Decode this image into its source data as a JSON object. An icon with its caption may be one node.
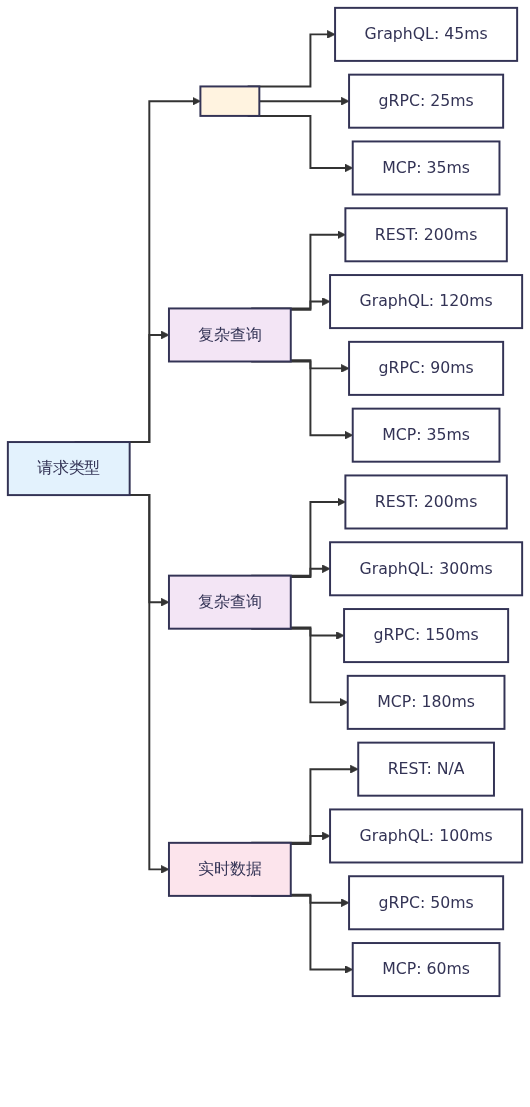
{
  "diagram": {
    "nodes": [
      {
        "text": [
          "请求类型"
        ]
      },
      {
        "text": [],
        "shape": "box"
      },
      {
        "text": [
          "GraphQL: 45ms"
        ]
      },
      {
        "text": [
          "gRPC: 25ms"
        ]
      },
      {
        "text": [
          "MCP: 35ms"
        ]
      },
      {
        "text": [
          "复杂查询"
        ]
      },
      {
        "text": [
          "REST: 200ms"
        ]
      },
      {
        "text": [
          "GraphQL: 120ms"
        ]
      },
      {
        "text": [
          "gRPC: 90ms"
        ]
      },
      {
        "text": [
          "MCP: 35ms"
        ]
      },
      {
        "text": [
          "复杂查询"
        ]
      },
      {
        "text": [
          "REST: 200ms"
        ]
      },
      {
        "text": [
          "GraphQL: 300ms"
        ]
      },
      {
        "text": [
          "gRPC: 150ms"
        ]
      },
      {
        "text": [
          "MCP: 180ms"
        ]
      },
      {
        "text": [
          "实时数据"
        ]
      },
      {
        "text": [
          "REST: N/A"
        ]
      },
      {
        "text": [
          "GraphQL: 100ms"
        ]
      },
      {
        "text": [
          "gRPC: 50ms"
        ]
      },
      {
        "text": [
          "MCP: 60ms"
        ]
      }
    ],
    "edges": [
      {
        "from": 0,
        "to": 1,
        "arrow": "to"
      },
      {
        "from": 1,
        "to": 2,
        "arrow": "to"
      },
      {
        "from": 1,
        "to": 3,
        "arrow": "to"
      },
      {
        "from": 1,
        "to": 4,
        "arrow": "to"
      },
      {
        "from": 0,
        "to": 5,
        "arrow": "to"
      },
      {
        "from": 5,
        "to": 6,
        "arrow": "to"
      },
      {
        "from": 5,
        "to": 7,
        "arrow": "to"
      },
      {
        "from": 5,
        "to": 8,
        "arrow": "to"
      },
      {
        "from": 5,
        "to": 9,
        "arrow": "to"
      },
      {
        "from": 0,
        "to": 10,
        "arrow": "to"
      },
      {
        "from": 10,
        "to": 11,
        "arrow": "to"
      },
      {
        "from": 10,
        "to": 12,
        "arrow": "to"
      },
      {
        "from": 10,
        "to": 13,
        "arrow": "to"
      },
      {
        "from": 10,
        "to": 14,
        "arrow": "to"
      },
      {
        "from": 0,
        "to": 15,
        "arrow": "to"
      },
      {
        "from": 15,
        "to": 16,
        "arrow": "to"
      },
      {
        "from": 15,
        "to": 17,
        "arrow": "to"
      },
      {
        "from": 15,
        "to": 18,
        "arrow": "to"
      },
      {
        "from": 15,
        "to": 19,
        "arrow": "to"
      }
    ]
  }
}
